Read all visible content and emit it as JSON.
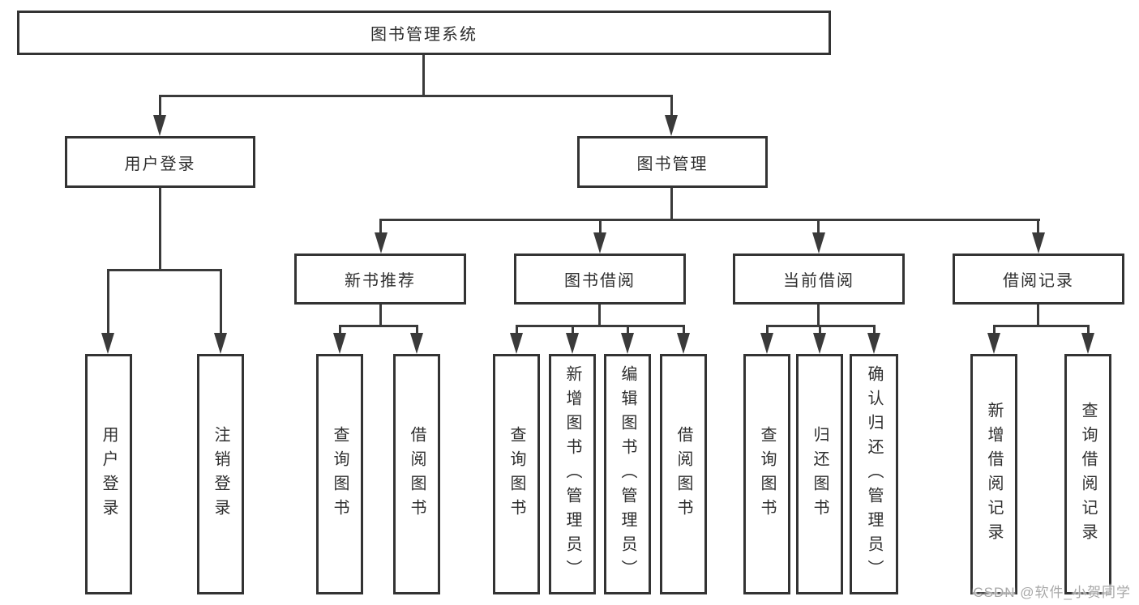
{
  "title": "图书管理系统",
  "watermark": "CSDN @软件_小贺同学",
  "colors": {
    "line": "#3a3a3a",
    "border": "#333333",
    "text": "#2e2e2e",
    "watermark": "#a8a8a8",
    "background": "#ffffff"
  },
  "nodes": {
    "root": "图书管理系统",
    "user_login": "用户登录",
    "book_mgmt": "图书管理",
    "new_books": "新书推荐",
    "book_borrow": "图书借阅",
    "current_borrow": "当前借阅",
    "borrow_records": "借阅记录",
    "leaf_user_login": "用户登录",
    "leaf_logout": "注销登录",
    "leaf_nb_query_books": "查询图书",
    "leaf_nb_borrow_books": "借阅图书",
    "leaf_bb_query_books": "查询图书",
    "leaf_bb_add_books": "新增图书（管理员）",
    "leaf_bb_edit_books": "编辑图书（管理员）",
    "leaf_bb_borrow_books": "借阅图书",
    "leaf_cb_query_books": "查询图书",
    "leaf_cb_return_books": "归还图书",
    "leaf_cb_confirm_return": "确认归还（管理员）",
    "leaf_br_add_record": "新增借阅记录",
    "leaf_br_query_record": "查询借阅记录"
  }
}
